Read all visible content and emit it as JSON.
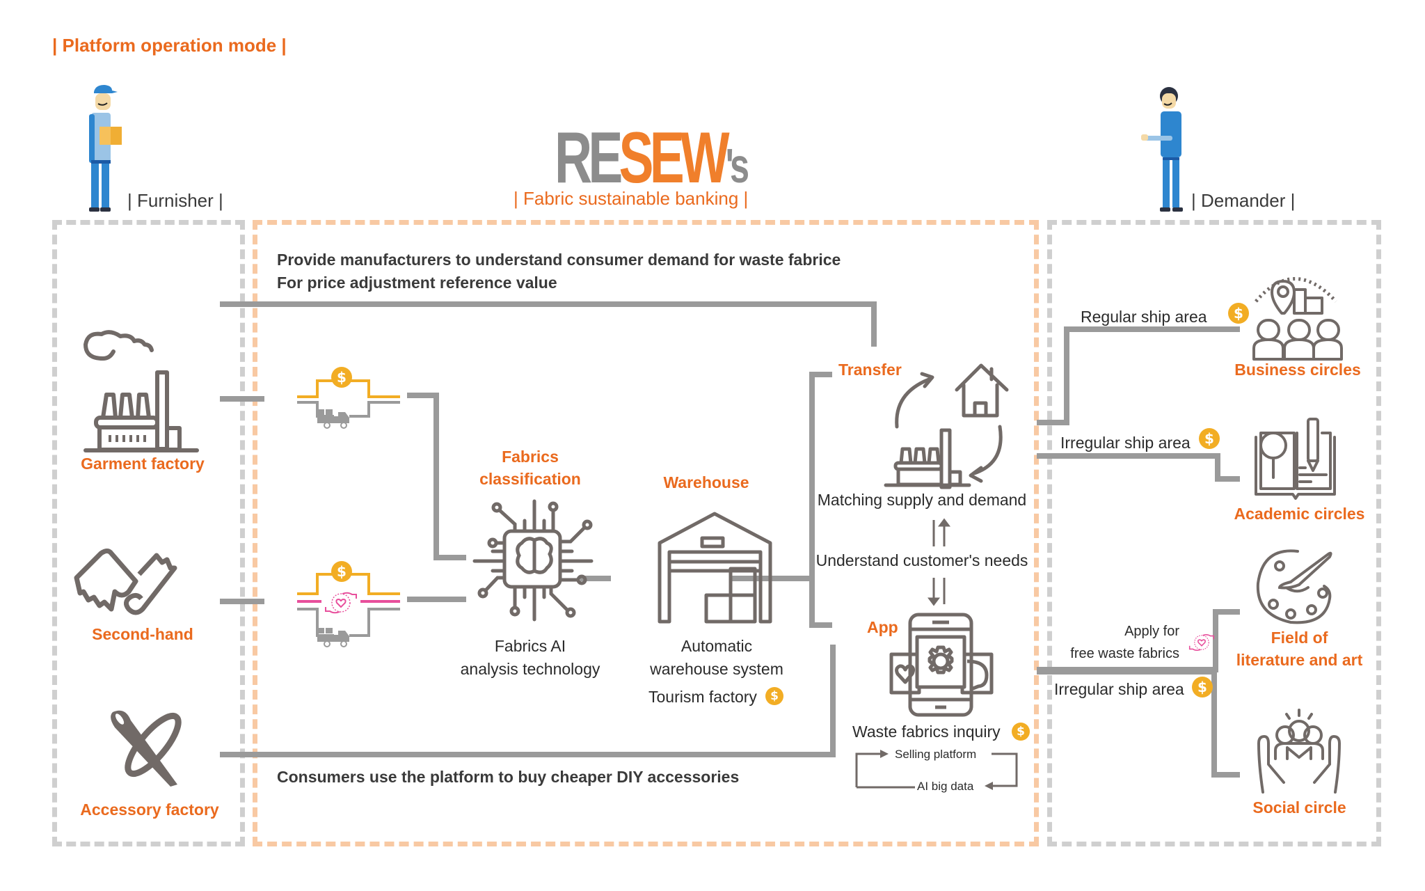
{
  "header": {
    "mode_title": "| Platform operation mode |",
    "furnisher_label": "| Furnisher |",
    "demander_label": "| Demander |",
    "logo": {
      "part1": "RE",
      "part2": "SEW",
      "part3": "'s"
    },
    "subtitle": "| Fabric sustainable banking |"
  },
  "colors": {
    "accent_orange": "#ea6a1e",
    "coin_yellow": "#f2ad24",
    "line_gray": "#9a9a9a",
    "icon_gray": "#716a67",
    "donation_pink": "#e84f9c",
    "box_gray": "#cfcfcf",
    "box_orange": "#f8c9a3"
  },
  "furnishers": [
    {
      "label": "Garment factory",
      "icon": "factory-icon"
    },
    {
      "label": "Second-hand",
      "icon": "fabric-roll-icon"
    },
    {
      "label": "Accessory factory",
      "icon": "needle-thread-icon"
    }
  ],
  "flows": {
    "top_note_line1": "Provide manufacturers to understand consumer demand for waste fabrice",
    "top_note_line2": "For price adjustment reference value",
    "bottom_note": "Consumers use the platform to buy cheaper DIY accessories"
  },
  "connectors": {
    "garment": [
      "coin-icon",
      "truck-icon"
    ],
    "second_hand": [
      "coin-icon",
      "donation-hands-icon",
      "truck-icon"
    ],
    "coin_symbol": "$"
  },
  "platform": {
    "classification": {
      "title_line1": "Fabrics",
      "title_line2": "classification",
      "desc_line1": "Fabrics AI",
      "desc_line2": "analysis technology"
    },
    "warehouse": {
      "title": "Warehouse",
      "desc_line1": "Automatic",
      "desc_line2": "warehouse system",
      "extra": "Tourism factory"
    },
    "transfer": {
      "title": "Transfer",
      "matching": "Matching supply and demand",
      "needs": "Understand customer's needs"
    },
    "app": {
      "title": "App",
      "inquiry": "Waste fabrics inquiry",
      "loop_top": "Selling platform",
      "loop_bottom": "AI big data"
    }
  },
  "demanders": {
    "routes": [
      {
        "label": "Regular ship area",
        "badge": "coin-icon"
      },
      {
        "label": "Irregular ship area",
        "badge": "coin-icon"
      },
      {
        "label_line1": "Apply for",
        "label_line2": "free waste fabrics",
        "badge": "donation-hands-icon"
      },
      {
        "label": "Irregular ship area",
        "badge": "coin-icon"
      }
    ],
    "circles": [
      {
        "label": "Business circles"
      },
      {
        "label": "Academic circles"
      },
      {
        "label_line1": "Field of",
        "label_line2": "literature and art"
      },
      {
        "label": "Social circle"
      }
    ]
  }
}
